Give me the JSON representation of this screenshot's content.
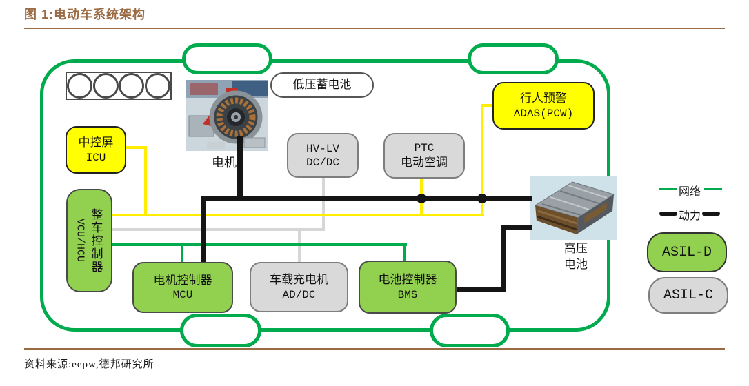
{
  "figure": {
    "title": "图 1:电动车系统架构",
    "source": "资料来源:eepw,德邦研究所"
  },
  "car": {
    "nodes": {
      "icu": {
        "line1": "中控屏",
        "line2": "ICU"
      },
      "lv_battery": {
        "label": "低压蓄电池"
      },
      "motor": {
        "label": "电机"
      },
      "dcdc": {
        "line1": "HV-LV",
        "line2": "DC/DC"
      },
      "ptc": {
        "line1": "PTC",
        "line2": "电动空调"
      },
      "adas": {
        "line1": "行人预警",
        "line2": "ADAS(PCW)"
      },
      "vcu": {
        "cn": "整车控制器",
        "en": "VCU/HCU"
      },
      "mcu": {
        "line1": "电机控制器",
        "line2": "MCU"
      },
      "obc": {
        "line1": "车载充电机",
        "line2": "AD/DC"
      },
      "bms": {
        "line1": "电池控制器",
        "line2": "BMS"
      },
      "hv_battery": {
        "line1": "高压",
        "line2": "电池"
      }
    }
  },
  "legend": {
    "network": "网络",
    "power": "动力",
    "asil_d": "ASIL-D",
    "asil_c": "ASIL-C"
  },
  "colors": {
    "title_accent": "#9a6a42",
    "green_box": "#92d050",
    "yellow_box": "#ffff00",
    "gray_box": "#d9d9d9",
    "car_outline_green": "#00ab4e",
    "network_line_green": "#00ab4e",
    "power_line_black": "#151515",
    "signal_yellow": "#ffee00",
    "signal_gray": "#d6d6d6"
  }
}
